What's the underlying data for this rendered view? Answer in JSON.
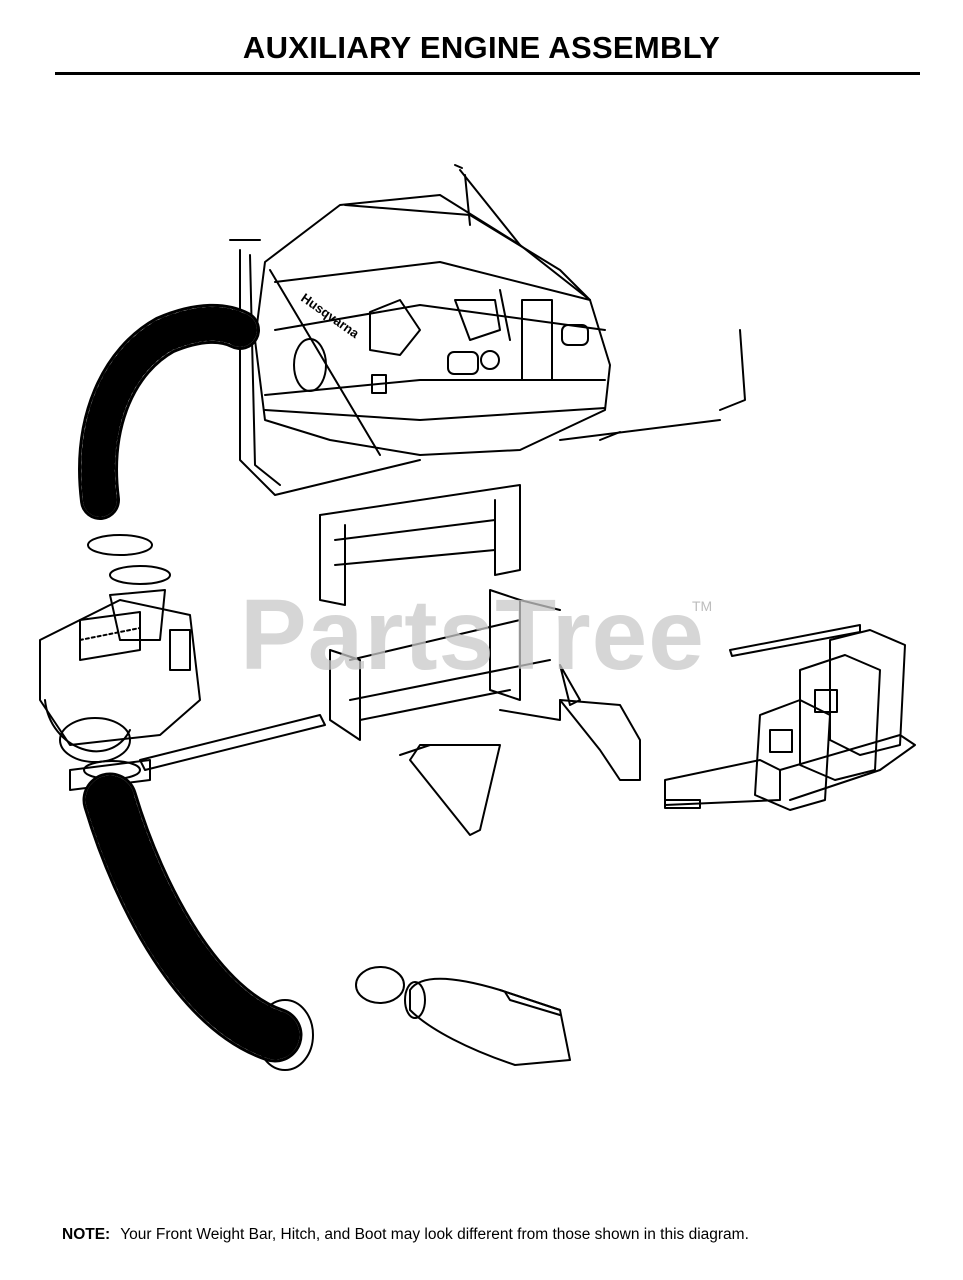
{
  "header": {
    "title": "AUXILIARY ENGINE ASSEMBLY"
  },
  "watermark": {
    "text": "PartsTree",
    "tm": "TM"
  },
  "diagram": {
    "brand_label": "Husqvarna"
  },
  "footer": {
    "note_label": "NOTE:",
    "note_text": "Your Front Weight Bar, Hitch, and Boot may look different from those shown in this diagram."
  }
}
